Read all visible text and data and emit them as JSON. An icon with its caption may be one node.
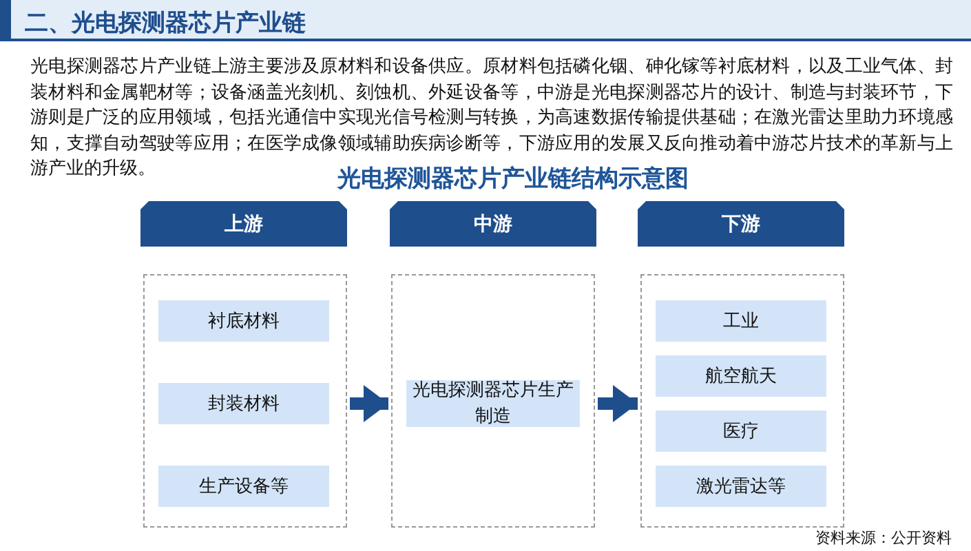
{
  "diagram": {
    "title": "光电探测器芯片产业链结构示意图",
    "nodes": [
      {
        "text": [
          "上游"
        ]
      },
      {
        "text": [
          "中游"
        ]
      },
      {
        "text": [
          "下游"
        ]
      },
      {
        "text": [],
        "shape": "box"
      },
      {
        "text": [
          "衬底材料"
        ],
        "in": 3
      },
      {
        "text": [
          "封装材料"
        ],
        "in": 3
      },
      {
        "text": [
          "生产设备等"
        ],
        "in": 3
      },
      {
        "text": [],
        "shape": "box"
      },
      {
        "text": [
          "光电探测器芯片生产制造"
        ],
        "in": 7
      },
      {
        "text": [],
        "shape": "box"
      },
      {
        "text": [
          "工业"
        ],
        "in": 9
      },
      {
        "text": [
          "航空航天"
        ],
        "in": 9
      },
      {
        "text": [
          "医疗"
        ],
        "in": 9
      },
      {
        "text": [
          "激光雷达等"
        ],
        "in": 9
      }
    ],
    "edges": [
      {
        "from": 3,
        "to": 7,
        "arrow": "to"
      },
      {
        "from": 7,
        "to": 9,
        "arrow": "to"
      }
    ],
    "labels": [
      "二、光电探测器芯片产业链",
      "光电探测器芯片产业链上游主要涉及原材料和设备供应。原材料包括磷化铟、砷化镓等衬底材料，以及工业气体、封装材料和金属靶材等；设备涵盖光刻机、刻蚀机、外延设备等，中游是光电探测器芯片的设计、制造与封装环节，下游则是广泛的应用领域，包括光通信中实现光信号检测与转换，为高速数据传输提供基础；在激光雷达里助力环境感知，支撑自动驾驶等应用；在医学成像领域辅助疾病诊断等，下游应用的发展又反向推动着中游芯片技术的革新与上游产业的升级。",
      "资料来源：公开资料"
    ]
  }
}
